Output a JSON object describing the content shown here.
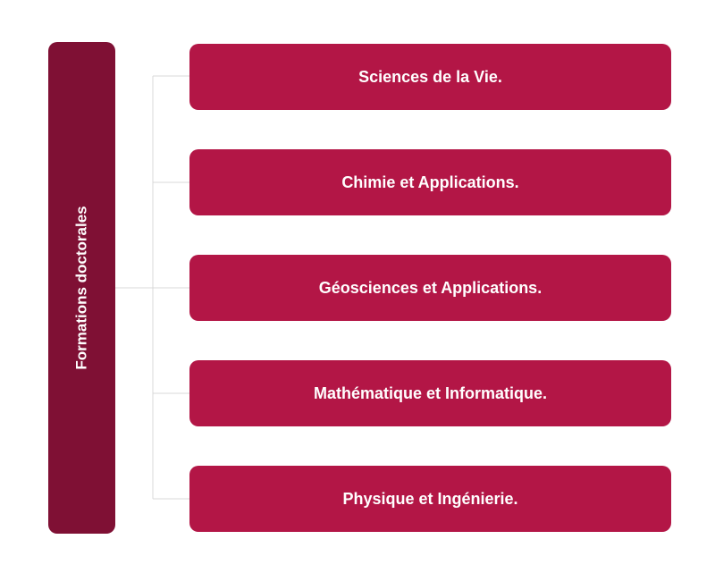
{
  "root": {
    "label": "Formations doctorales",
    "color": "#7f1034"
  },
  "children": [
    {
      "label": "Sciences de la Vie."
    },
    {
      "label": "Chimie et Applications."
    },
    {
      "label": "Géosciences et Applications."
    },
    {
      "label": "Mathématique et Informatique."
    },
    {
      "label": "Physique et Ingénierie."
    }
  ],
  "colors": {
    "child_box": "#b31646",
    "connector": "#d9d9d9"
  }
}
